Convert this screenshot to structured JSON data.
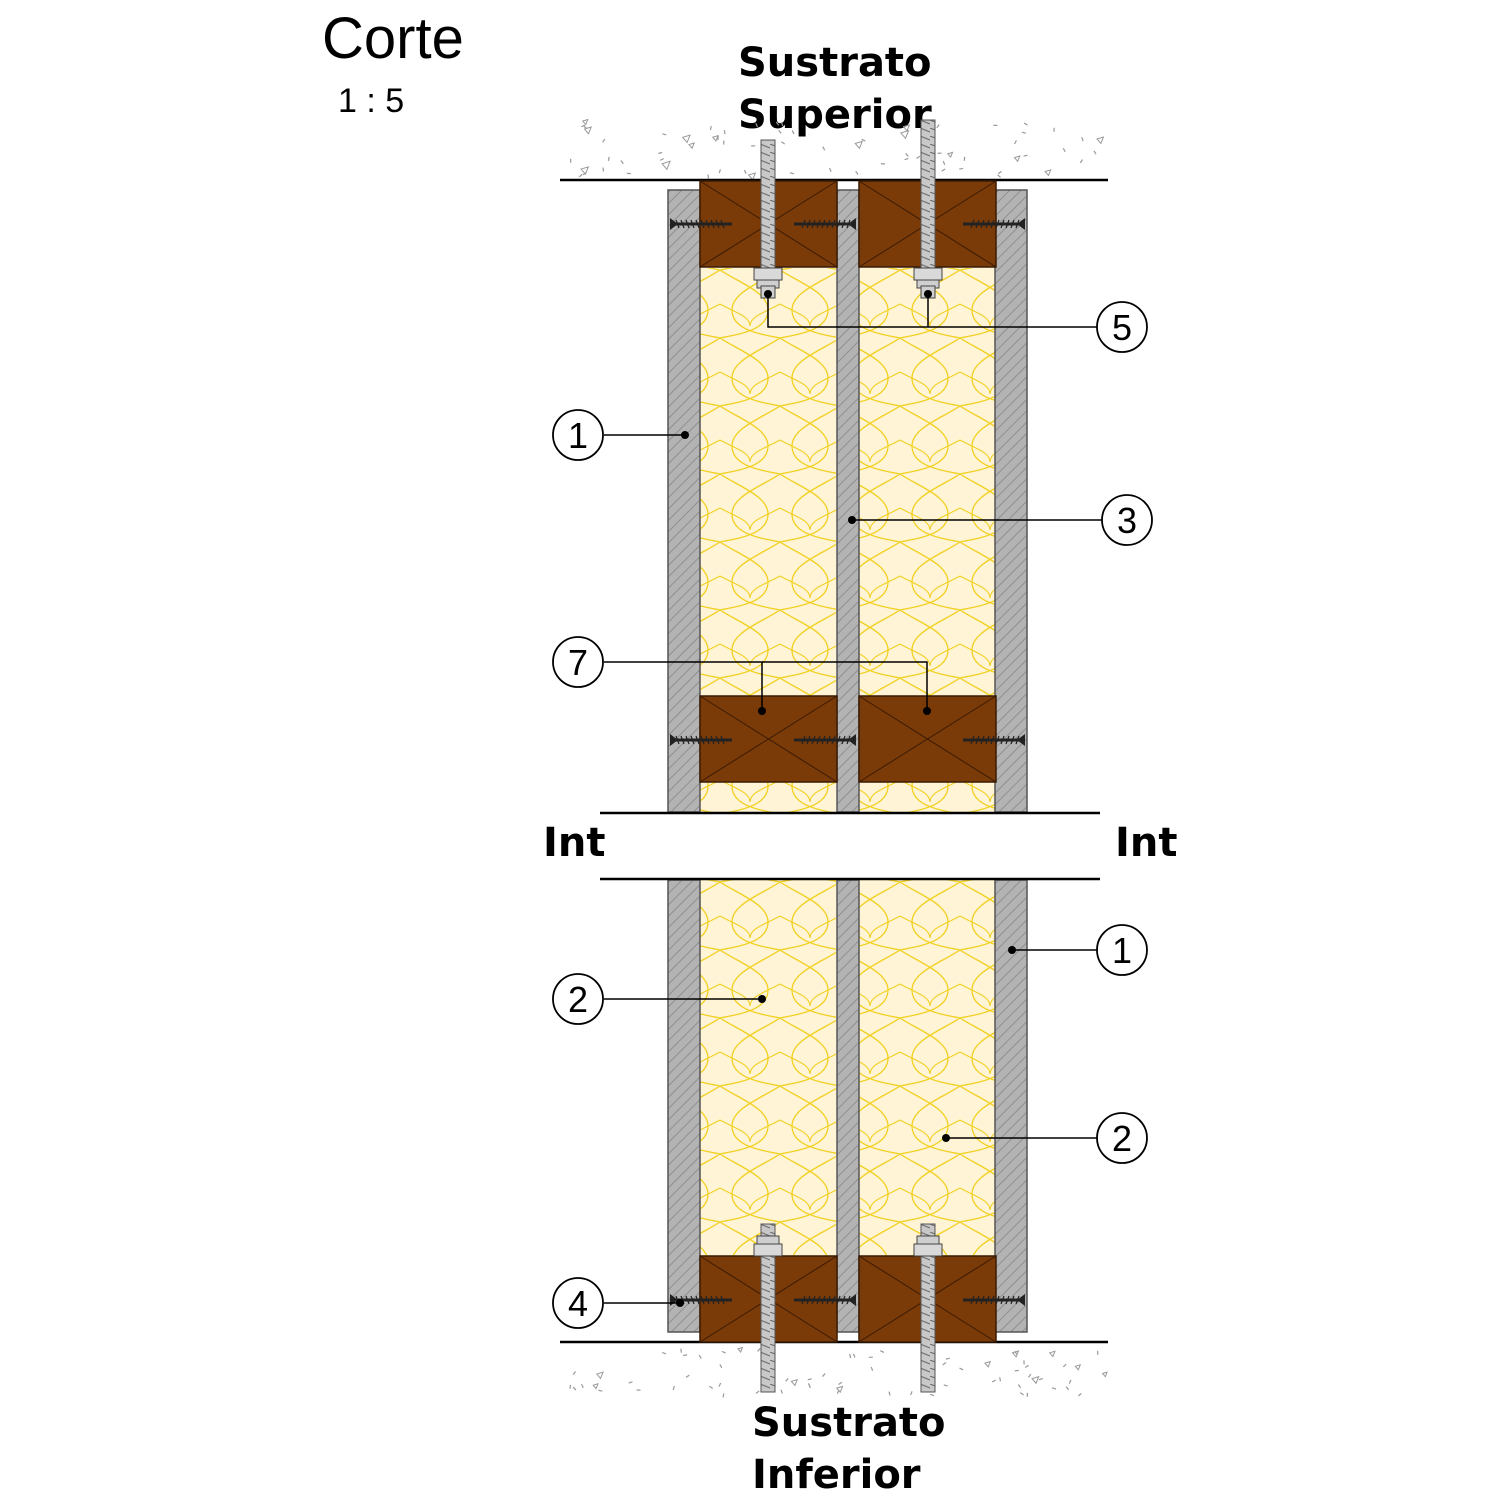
{
  "title": "Corte",
  "scale": "1 : 5",
  "labels": {
    "top_line1": "Sustrato",
    "top_line2": "Superior",
    "bottom_line1": "Sustrato",
    "bottom_line2": "Inferior",
    "int_left": "Int",
    "int_right": "Int"
  },
  "callouts": [
    {
      "id": "c5",
      "number": "5"
    },
    {
      "id": "c1a",
      "number": "1"
    },
    {
      "id": "c3",
      "number": "3"
    },
    {
      "id": "c7",
      "number": "7"
    },
    {
      "id": "c1b",
      "number": "1"
    },
    {
      "id": "c2a",
      "number": "2"
    },
    {
      "id": "c2b",
      "number": "2"
    },
    {
      "id": "c4",
      "number": "4"
    }
  ],
  "colors": {
    "board": "#b3b3b3",
    "timber": "#7a3b08",
    "insulation": "#fff5d6",
    "insulation_line": "#f2d020",
    "concrete_speckle": "#999999"
  }
}
